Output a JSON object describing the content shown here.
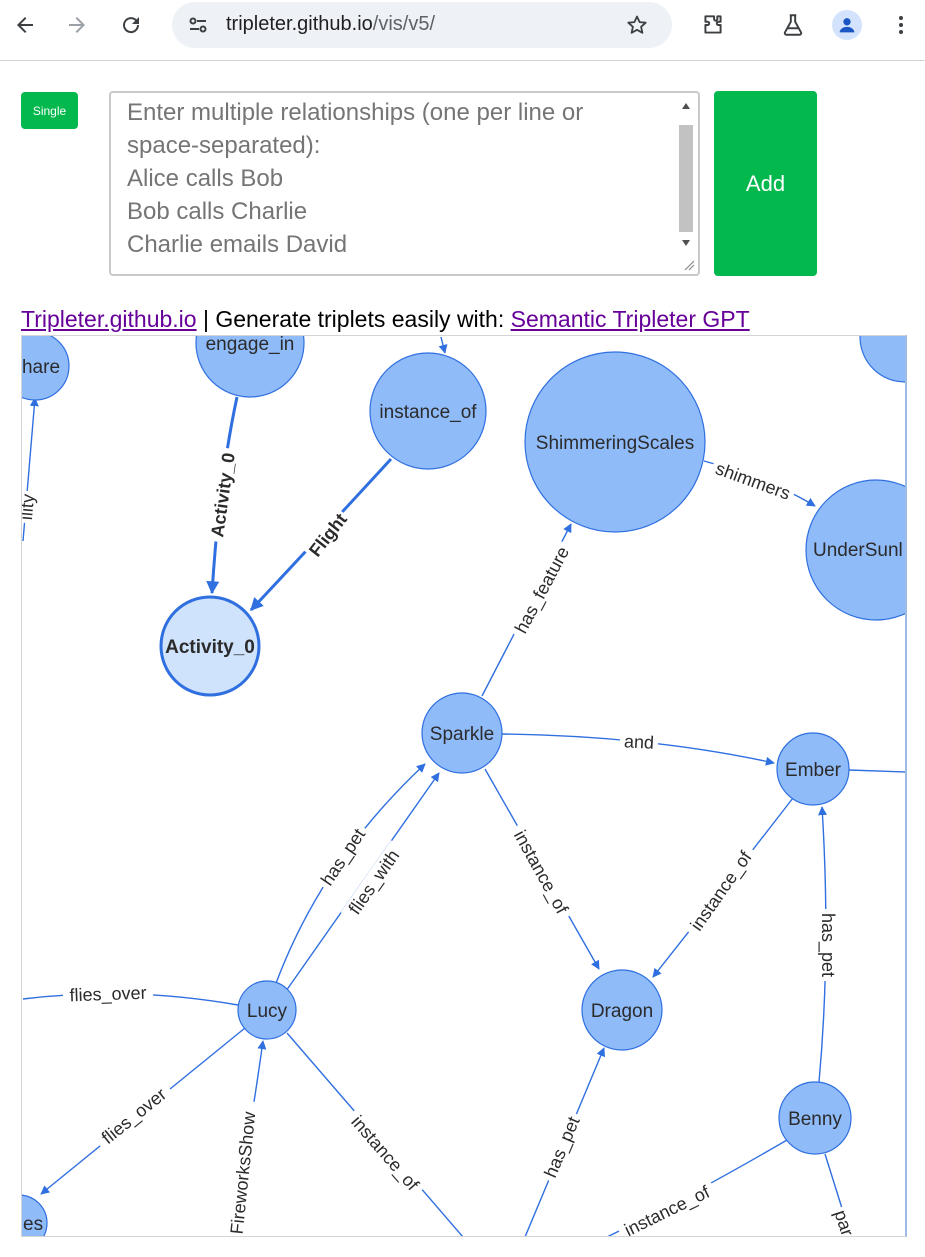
{
  "browser": {
    "url_host": "tripleter.github.io",
    "url_path": "/vis/v5/",
    "icons": [
      "back-icon",
      "forward-icon",
      "reload-icon",
      "site-info-icon",
      "star-icon",
      "extensions-icon",
      "labs-icon",
      "profile-icon",
      "menu-icon"
    ]
  },
  "toolbar": {
    "single_label": "Single",
    "textarea_placeholder": "Enter multiple relationships (one per line or space-separated):\nAlice calls Bob\nBob calls Charlie\nCharlie emails David",
    "add_label": "Add"
  },
  "credit": {
    "site_link": "Tripleter.github.io",
    "separator_text": " | Generate triplets easily with: ",
    "gpt_link": "Semantic Tripleter GPT"
  },
  "colors": {
    "button_green": "#03b84d",
    "node_fill": "#8fbbf9",
    "node_stroke": "#2f6fe0",
    "node_highlight_fill": "#d0e3fc",
    "edge": "#2f6fe0"
  },
  "graph": {
    "nodes": [
      {
        "id": "share",
        "label": "hare"
      },
      {
        "id": "engage_in",
        "label": "engage_in"
      },
      {
        "id": "instance_of_node",
        "label": "instance_of"
      },
      {
        "id": "ShimmeringScales",
        "label": "ShimmeringScales"
      },
      {
        "id": "UnderSunlight",
        "label": "UnderSunl"
      },
      {
        "id": "Activity_0",
        "label": "Activity_0"
      },
      {
        "id": "Sparkle",
        "label": "Sparkle"
      },
      {
        "id": "Ember",
        "label": "Ember"
      },
      {
        "id": "Lucy",
        "label": "Lucy"
      },
      {
        "id": "Dragon",
        "label": "Dragon"
      },
      {
        "id": "Benny",
        "label": "Benny"
      },
      {
        "id": "es",
        "label": "es"
      },
      {
        "id": "topright",
        "label": ""
      }
    ],
    "edges": [
      {
        "from": "engage_in",
        "to": "Activity_0",
        "label": "Activity_0"
      },
      {
        "from": "instance_of_node",
        "to": "Activity_0",
        "label": "Flight"
      },
      {
        "from": "ShimmeringScales",
        "to": "UnderSunlight",
        "label": "shimmers"
      },
      {
        "from": "Sparkle",
        "to": "ShimmeringScales",
        "label": "has_feature"
      },
      {
        "from": "Sparkle",
        "to": "Ember",
        "label": "and"
      },
      {
        "from": "Sparkle",
        "to": "Dragon",
        "label": "instance_of"
      },
      {
        "from": "Ember",
        "to": "Dragon",
        "label": "instance_of"
      },
      {
        "from": "Lucy",
        "to": "Sparkle",
        "label": "has_pet"
      },
      {
        "from": "Lucy",
        "to": "Sparkle",
        "label": "flies_with"
      },
      {
        "from": "Benny",
        "to": "Ember",
        "label": "has_pet"
      },
      {
        "from": "Lucy",
        "to": "offscreen_left",
        "label": "flies_over"
      },
      {
        "from": "Lucy",
        "to": "es",
        "label": "flies_over"
      },
      {
        "from": "FireworksShow",
        "to": "Lucy",
        "label": "FireworksShow"
      },
      {
        "from": "Lucy",
        "to": "offscreen_bottom",
        "label": "instance_of"
      },
      {
        "from": "offscreen_bottom2",
        "to": "Dragon",
        "label": "has_pet"
      },
      {
        "from": "Benny",
        "to": "offscreen_bottom3",
        "label": "instance_of"
      },
      {
        "from": "Benny",
        "to": "offscreen_bottom4",
        "label": "par"
      },
      {
        "from": "offscreen_left2",
        "to": "share",
        "label": "ility"
      },
      {
        "from": "offscreen_top",
        "to": "instance_of_node",
        "label": ""
      },
      {
        "from": "Ember",
        "to": "offscreen_right",
        "label": ""
      }
    ]
  }
}
